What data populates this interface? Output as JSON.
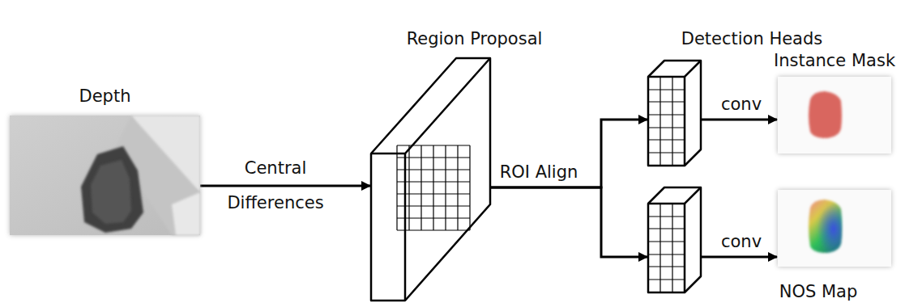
{
  "diagram": {
    "nodes": [
      {
        "text": [
          "Depth"
        ]
      },
      {
        "text": [
          "Region Proposal"
        ]
      },
      {
        "text": []
      },
      {
        "text": []
      },
      {
        "text": [
          "Instance Mask"
        ]
      },
      {
        "text": [
          "NOS Map"
        ]
      }
    ],
    "edges": [
      {
        "from": 0,
        "to": 1,
        "arrow": "to",
        "label": "Central Differences"
      },
      {
        "from": 1,
        "to": 2,
        "arrow": "to",
        "label": "ROI Align"
      },
      {
        "from": 1,
        "to": 3,
        "arrow": "to"
      },
      {
        "from": 2,
        "to": 4,
        "arrow": "to",
        "label": "conv"
      },
      {
        "from": 3,
        "to": 5,
        "arrow": "to",
        "label": "conv"
      }
    ],
    "labels": [
      "Detection Heads"
    ]
  }
}
